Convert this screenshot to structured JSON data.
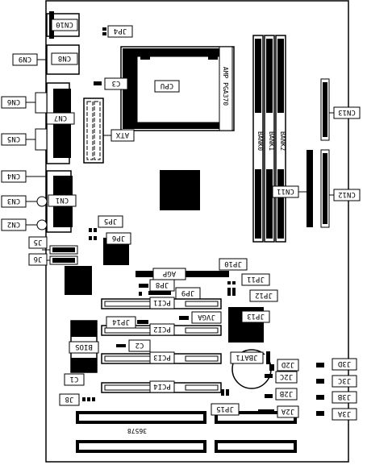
{
  "board_code": "36578",
  "labels": {
    "cn10": "CN10",
    "jp4": "JP4",
    "cn8": "CN8",
    "cn9": "CN9",
    "cpu": "CPU",
    "amp": "AMP PGA370",
    "c3": "C3",
    "cn7": "CN7",
    "cn6": "CN6",
    "atx": "ATX",
    "cn5": "CN5",
    "cn4": "CN4",
    "cn1": "CN1",
    "cn3": "CN3",
    "cn2": "CN2",
    "jp5": "JP5",
    "jp6": "JP6",
    "j5": "J5",
    "j6": "J6",
    "agp": "AGP",
    "jp10": "JP10",
    "jp8": "JP8",
    "jp9": "JP9",
    "jp11": "JP11",
    "jp12": "JP12",
    "jp13": "JP13",
    "pci1": "PCI1",
    "pci2": "PCI2",
    "pci3": "PCI3",
    "pci4": "PCI4",
    "jp14": "JP14",
    "jvga": "JVGA",
    "c2": "C2",
    "bios": "BIOS",
    "jbat1": "JBAT1",
    "c1": "C1",
    "j2d": "J2D",
    "j2c": "J2C",
    "j2b": "J2B",
    "j2a": "J2A",
    "j3d": "J3D",
    "j3c": "J3C",
    "j3b": "J3B",
    "j3a": "J3A",
    "j8": "J8",
    "jp15": "JP15",
    "cn11": "CN11",
    "cn12": "CN12",
    "cn13": "CN13",
    "bank0": "BANK0",
    "bank1": "BANK1",
    "bank2": "BANK2"
  }
}
